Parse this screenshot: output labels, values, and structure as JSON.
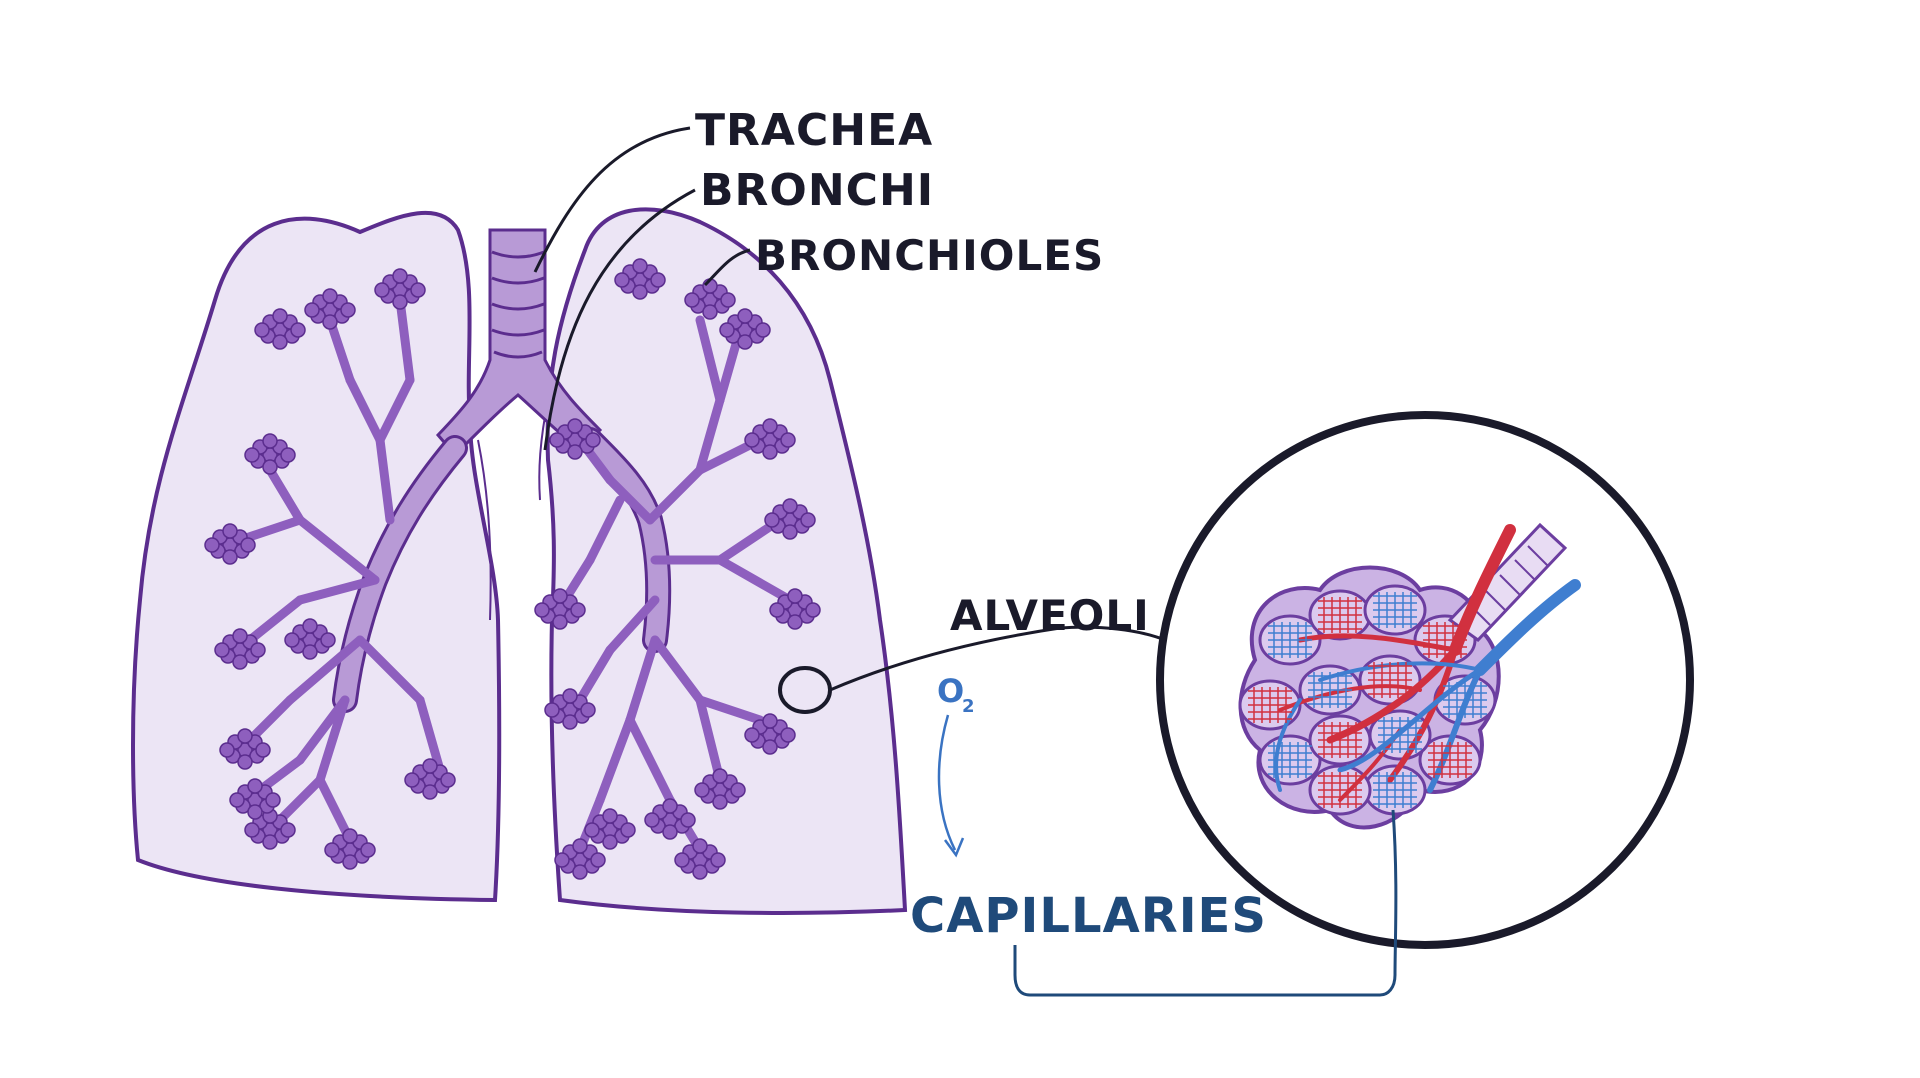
{
  "labels": {
    "trachea": "TRACHEA",
    "bronchi": "BRONCHI",
    "bronchioles": "BRONCHIOLES",
    "alveoli": "ALVEOLI",
    "oxygen": "O",
    "oxygen_subscript": "2",
    "capillaries": "CAPILLARIES"
  },
  "colors": {
    "lung_fill": "#ece5f5",
    "lung_outline": "#5b2d8e",
    "airway_fill": "#b89ad6",
    "alveoli_cluster": "#8e5fbe",
    "artery_red": "#d1303f",
    "vein_blue": "#3f7ed0",
    "capillary_line": "#1f4a7a",
    "oxygen_blue": "#3a73c2",
    "ink": "#1a1a2a"
  },
  "icons": {
    "lungs": "lungs-illustration",
    "magnifier": "magnifier-circle",
    "alveolus": "alveolar-sac-illustration"
  }
}
